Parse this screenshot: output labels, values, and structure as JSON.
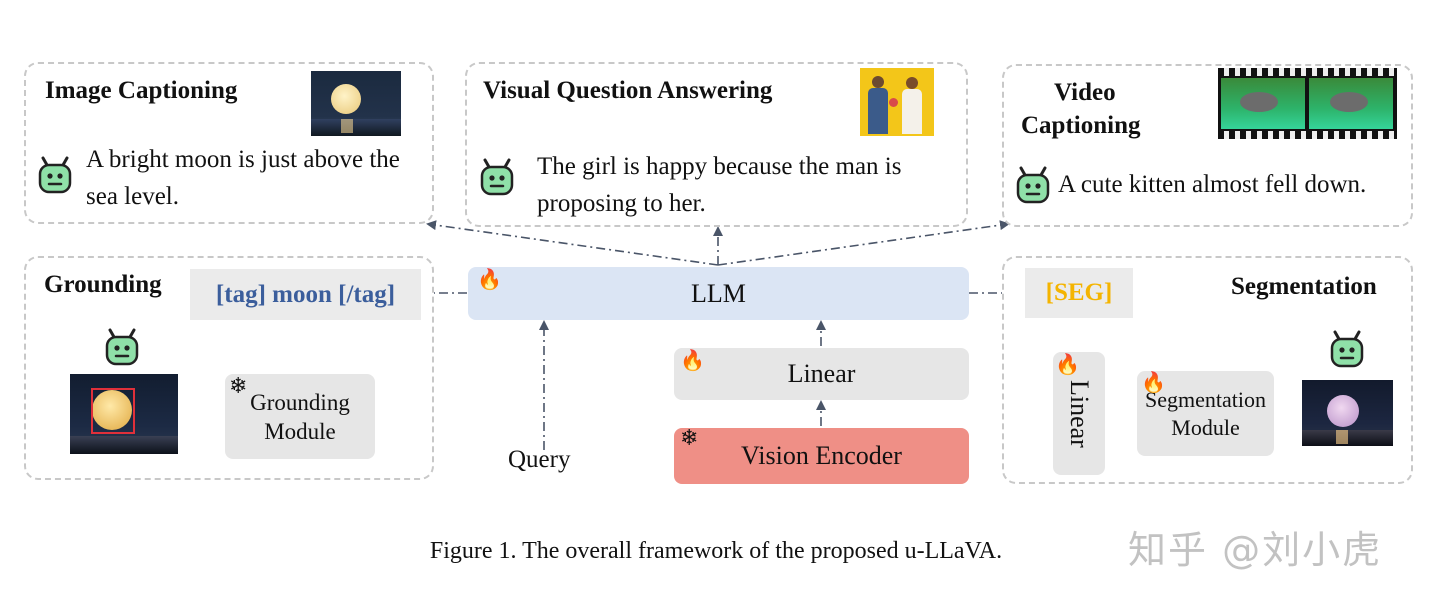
{
  "tasks": {
    "image_captioning": {
      "title": "Image Captioning",
      "answer": "A bright moon is just above the sea level."
    },
    "vqa": {
      "title": "Visual Question Answering",
      "answer": "The girl is happy because the man is proposing to her."
    },
    "video_captioning": {
      "title_line1": "Video",
      "title_line2": "Captioning",
      "answer": "A cute kitten almost fell down."
    },
    "grounding": {
      "title": "Grounding",
      "tag": "[tag] moon [/tag]",
      "module_line1": "Grounding",
      "module_line2": "Module"
    },
    "segmentation": {
      "title": "Segmentation",
      "tag": "[SEG]",
      "linear": "Linear",
      "module_line1": "Segmentation",
      "module_line2": "Module"
    }
  },
  "core": {
    "llm": "LLM",
    "linear": "Linear",
    "vision_encoder": "Vision Encoder",
    "query": "Query"
  },
  "caption": "Figure 1. The overall framework of the proposed u-LLaVA.",
  "watermark": "知乎 @刘小虎",
  "colors": {
    "llm": "#dbe5f4",
    "vision_encoder": "#ef8f86",
    "block_gray": "#e6e6e6",
    "tag_blue": "#3b5e9c",
    "seg_tag": "#f4b400",
    "robot": "#8fe0a8",
    "arrow": "#4a5568"
  },
  "icons": {
    "trainable": "flame-icon",
    "frozen": "snowflake-icon",
    "assistant": "robot-icon"
  }
}
